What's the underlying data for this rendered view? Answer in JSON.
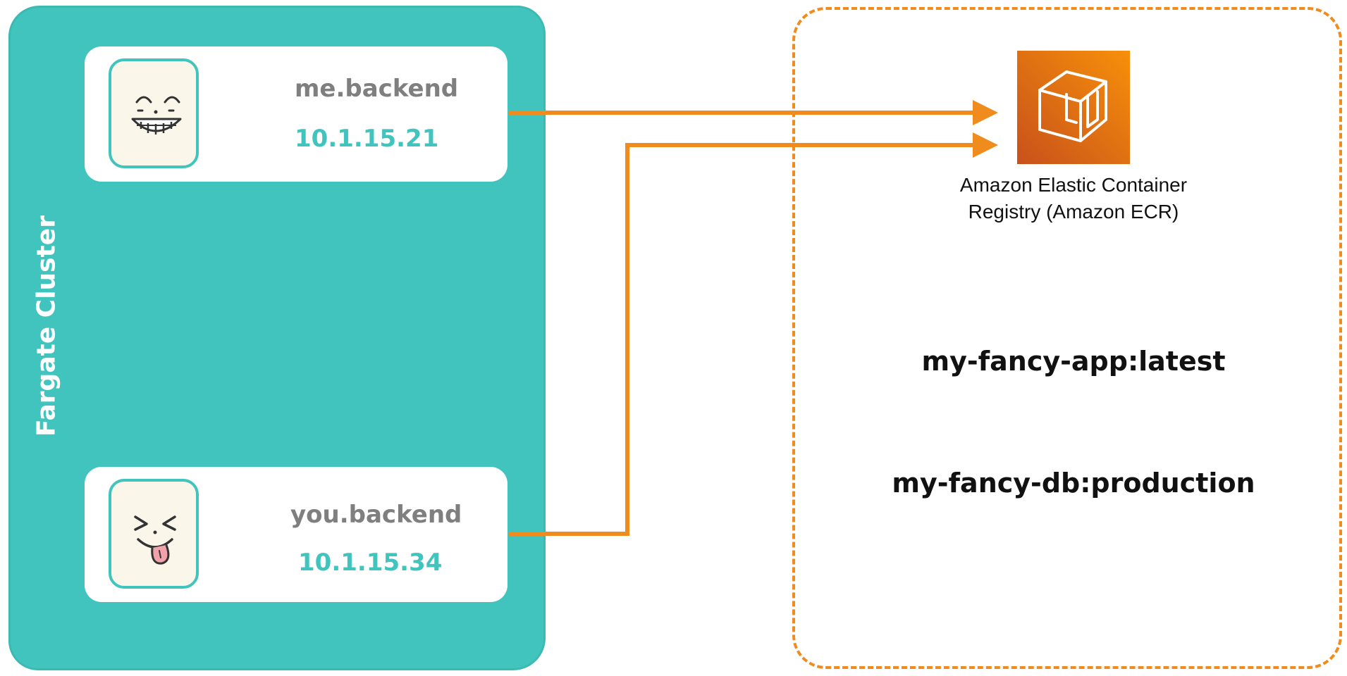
{
  "cluster": {
    "label": "Fargate Cluster",
    "color": "#41c4bd"
  },
  "services": [
    {
      "name": "me.backend",
      "ip": "10.1.15.21",
      "avatar_icon": "grinning-face-icon"
    },
    {
      "name": "you.backend",
      "ip": "10.1.15.34",
      "avatar_icon": "tongue-out-face-icon"
    }
  ],
  "registry": {
    "icon": "ecr-icon",
    "label_line1": "Amazon Elastic Container",
    "label_line2": "Registry (Amazon ECR)",
    "images": [
      "my-fancy-app:latest",
      "my-fancy-db:production"
    ],
    "border_color": "#f08c1e"
  },
  "connections": [
    {
      "from": "me.backend",
      "to": "Amazon ECR"
    },
    {
      "from": "you.backend",
      "to": "Amazon ECR"
    }
  ],
  "colors": {
    "arrow": "#f08c1e",
    "ip_text": "#41c4bd",
    "service_name_text": "#7f7f7f"
  }
}
